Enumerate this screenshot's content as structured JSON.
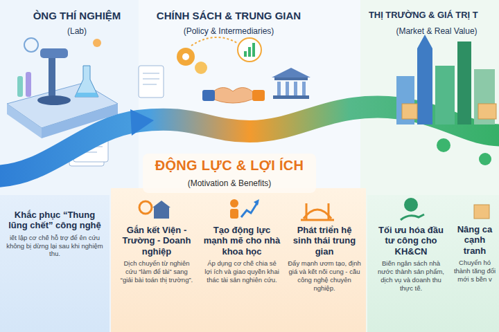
{
  "diagram": {
    "nodes": [
      {
        "text": [
          "ĐỘNG LỰC & LỢI ÍCH",
          "(Motivation & Benefits)"
        ]
      },
      {
        "text": [
          "Khắc phục “Thung lũng chết” công nghệ",
          "iết lập cơ chế hỗ trợ để ên cứu không bị dừng lại sau khi nghiệm thu."
        ]
      },
      {
        "text": [
          "Gắn kết Viện - Trường - Doanh nghiệp",
          "Dịch chuyển từ nghiên cứu “làm để tài” sang “giải bài toán thị trường”."
        ]
      },
      {
        "text": [
          "Tạo động lực mạnh mẽ cho nhà khoa học",
          "Áp dụng cơ chế chia sẻ lợi ích và giao quyền khai thác tài sản nghiên cứu."
        ]
      },
      {
        "text": [
          "Phát triển hệ sinh thái trung gian",
          "Đẩy mạnh ươm tạo, định giá và kết nối cung - cầu công nghệ chuyên nghiệp."
        ]
      },
      {
        "text": [
          "Tối ưu hóa đầu tư công cho KH&CN",
          "Biến ngân sách nhà nước thành sản phẩm, dịch vụ và doanh thu thực tế."
        ]
      },
      {
        "text": [
          "Nâng ca cạnh tranh",
          "Chuyển hó thành tăng đổi mới s bền v"
        ]
      }
    ],
    "labels": [
      "ÒNG THÍ NGHIỆM",
      "(Lab)",
      "CHÍNH SÁCH & TRUNG GIAN",
      "(Policy & Intermediaries)",
      "THỊ TRƯỜNG & GIÁ TRỊ T",
      "(Market & Real Value)"
    ]
  }
}
